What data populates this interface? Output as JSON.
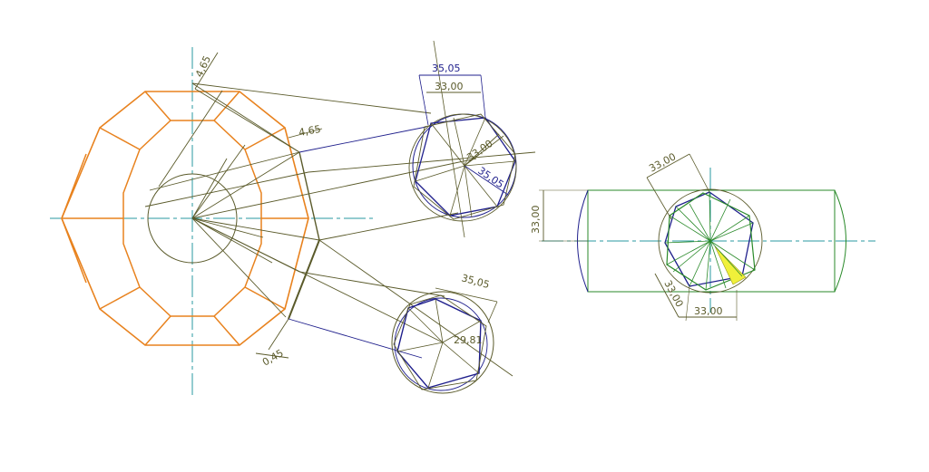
{
  "colors": {
    "background": "#ffffff",
    "orange": "#e8821e",
    "olive": "#5a5a2a",
    "blue": "#1f1f8c",
    "teal": "#2a9aa0",
    "green": "#2a8a2a",
    "highlight": "#f0f03a"
  },
  "dims": {
    "d1": "4,65",
    "d2": "4,65",
    "d3": "0,45",
    "d4": "35,05",
    "d5": "33,00",
    "d6": "33,00",
    "d7": "35,05",
    "d8": "35,05",
    "d9": "29,81",
    "d10": "33,00",
    "d11": "33,00",
    "d12": "33,00",
    "d13": "33,00"
  }
}
